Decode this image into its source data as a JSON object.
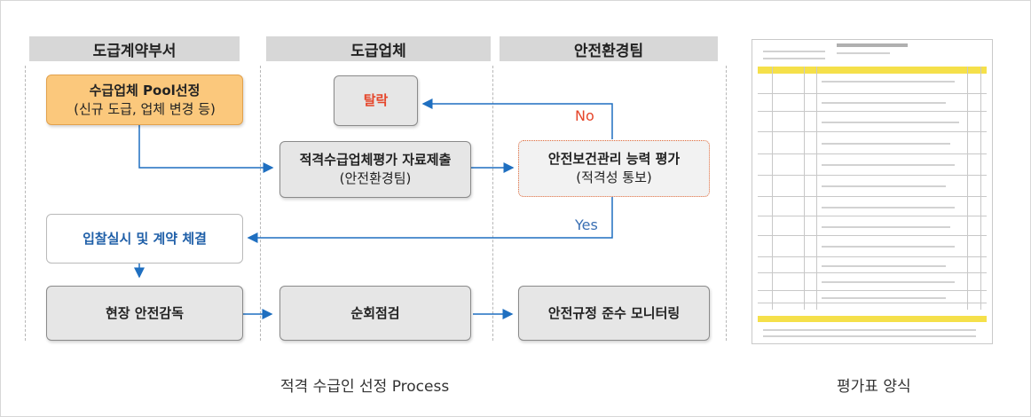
{
  "lanes": [
    "도급계약부서",
    "도급업체",
    "안전환경팀"
  ],
  "boxes": {
    "pool_title": "수급업체 Pool선정",
    "pool_sub": "(신규 도급, 업체 변경 등)",
    "drop": "탈락",
    "submit_title": "적격수급업체평가 자료제출",
    "submit_sub": "(안전환경팀)",
    "eval_title": "안전보건관리 능력 평가",
    "eval_sub": "(적격성 통보)",
    "bid": "입찰실시 및 계약 체결",
    "site": "현장 안전감독",
    "patrol": "순회점검",
    "monitor": "안전규정 준수 모니터링"
  },
  "labels": {
    "no": "No",
    "yes": "Yes"
  },
  "captions": {
    "process": "적격 수급인 선정 Process",
    "form": "평가표 양식"
  },
  "colors": {
    "arrow": "#1f6fc0",
    "orange_box": "#fbc87c",
    "grey_box": "#e6e6e6",
    "accent_red": "#e5452a",
    "accent_blue": "#1f5fa8"
  }
}
